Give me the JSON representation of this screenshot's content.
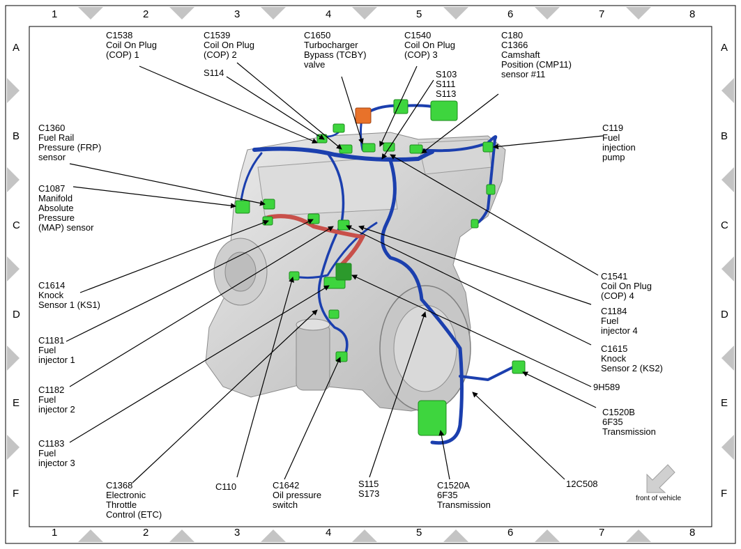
{
  "columns": [
    "1",
    "2",
    "3",
    "4",
    "5",
    "6",
    "7",
    "8"
  ],
  "rows": [
    "A",
    "B",
    "C",
    "D",
    "E",
    "F"
  ],
  "labels": {
    "c1538": "C1538\nCoil On Plug\n(COP) 1",
    "c1539": "C1539\nCoil On Plug\n(COP) 2",
    "c1650": "C1650\nTurbocharger\nBypass (TCBY)\nvalve",
    "c1540": "C1540\nCoil On Plug\n(COP) 3",
    "c180": "C180\nC1366\nCamshaft\nPosition (CMP11)\nsensor #11",
    "s114": "S114",
    "s103": "S103\nS111\nS113",
    "c1360": "C1360\nFuel Rail\nPressure (FRP)\nsensor",
    "c119": "C119\nFuel\ninjection\npump",
    "c1087": "C1087\nManifold\nAbsolute\nPressure\n(MAP) sensor",
    "c1614": "C1614\nKnock\nSensor 1 (KS1)",
    "c1541": "C1541\nCoil On Plug\n(COP) 4",
    "c1184": "C1184\nFuel\ninjector 4",
    "c1181": "C1181\nFuel\ninjector 1",
    "c1615": "C1615\nKnock\nSensor 2 (KS2)",
    "c1182": "C1182\nFuel\ninjector 2",
    "h9h589": "9H589",
    "c1520b": "C1520B\n6F35\nTransmission",
    "c1183": "C1183\nFuel\ninjector 3",
    "c1368": "C1368\nElectronic\nThrottle\nControl (ETC)",
    "c110": "C110",
    "c1642": "C1642\nOil pressure\nswitch",
    "s115": "S115\nS173",
    "c1520a": "C1520A\n6F35\nTransmission",
    "c12c508": "12C508"
  },
  "front_of_vehicle": "front of vehicle",
  "colors": {
    "harness": "#1b3fae",
    "connector": "#3ed53e",
    "tcby_connector": "#e8722a",
    "knock_wire": "#c8504a",
    "engine": "#d2d2d2",
    "border_triangle": "#c4c4c4"
  }
}
